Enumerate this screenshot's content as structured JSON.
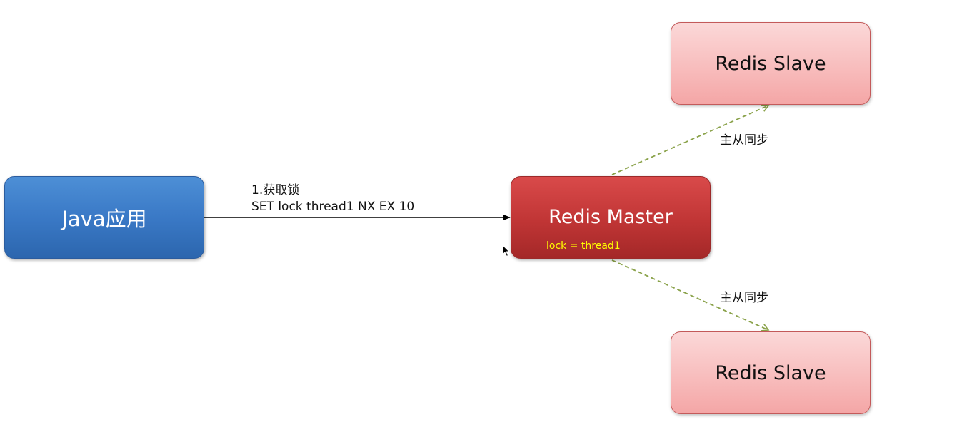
{
  "nodes": {
    "java_app": "Java应用",
    "redis_master": "Redis Master",
    "redis_master_state": "lock = thread1",
    "redis_slave_top": "Redis Slave",
    "redis_slave_bottom": "Redis Slave"
  },
  "edges": {
    "acquire_lock": {
      "step": "1.获取锁",
      "command": "SET lock thread1 NX EX 10"
    },
    "sync_top": "主从同步",
    "sync_bottom": "主从同步"
  },
  "colors": {
    "java_node": "#3a79c6",
    "master_node": "#c03535",
    "slave_node": "#f8bdbd",
    "master_state_text": "#ffff00",
    "sync_arrow": "#8aa24a",
    "command_arrow": "#000000"
  }
}
